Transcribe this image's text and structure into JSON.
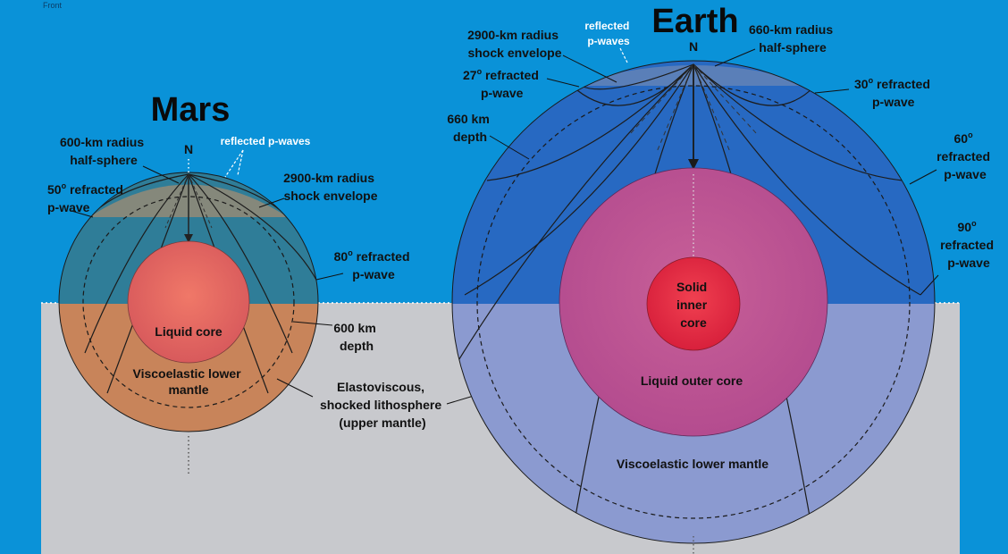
{
  "corner_label": "Front",
  "mars": {
    "title": "Mars",
    "north": "N",
    "half_sphere": [
      "600-km radius",
      "half-sphere"
    ],
    "reflected": "reflected p-waves",
    "shock_envelope": [
      "2900-km radius",
      "shock envelope"
    ],
    "refracted_50": [
      "50",
      "o",
      " refracted",
      "p-wave"
    ],
    "refracted_80": [
      "80",
      "o",
      " refracted",
      "p-wave"
    ],
    "depth": [
      "600 km",
      "depth"
    ],
    "core": "Liquid core",
    "lower_mantle": [
      "Viscoelastic lower",
      "mantle"
    ]
  },
  "shared": {
    "lithosphere": [
      "Elastoviscous,",
      "shocked lithosphere",
      "(upper mantle)"
    ]
  },
  "earth": {
    "title": "Earth",
    "north": "N",
    "shock_envelope": [
      "2900-km radius",
      "shock envelope"
    ],
    "reflected": [
      "reflected",
      "p-waves"
    ],
    "half_sphere": [
      "660-km radius",
      "half-sphere"
    ],
    "refracted_27": [
      "27",
      "o",
      " refracted",
      "p-wave"
    ],
    "refracted_30": [
      "30",
      "o",
      " refracted",
      "p-wave"
    ],
    "depth": [
      "660 km",
      "depth"
    ],
    "refracted_60": [
      "60",
      "o",
      "refracted",
      "p-wave"
    ],
    "refracted_90": [
      "90",
      "o",
      "refracted",
      "p-wave"
    ],
    "inner_core": [
      "Solid",
      "inner",
      "core"
    ],
    "outer_core": "Liquid outer core",
    "lower_mantle": "Viscoelastic lower mantle"
  },
  "colors": {
    "sky": "#0a92d8",
    "ground": "#c8c9cd",
    "mars_mantle": "#c8845a",
    "mars_core": "#e0605a",
    "earth_mantle": "#6e83c8",
    "earth_outer_core": "#c0508a",
    "earth_inner_core": "#e02848"
  }
}
